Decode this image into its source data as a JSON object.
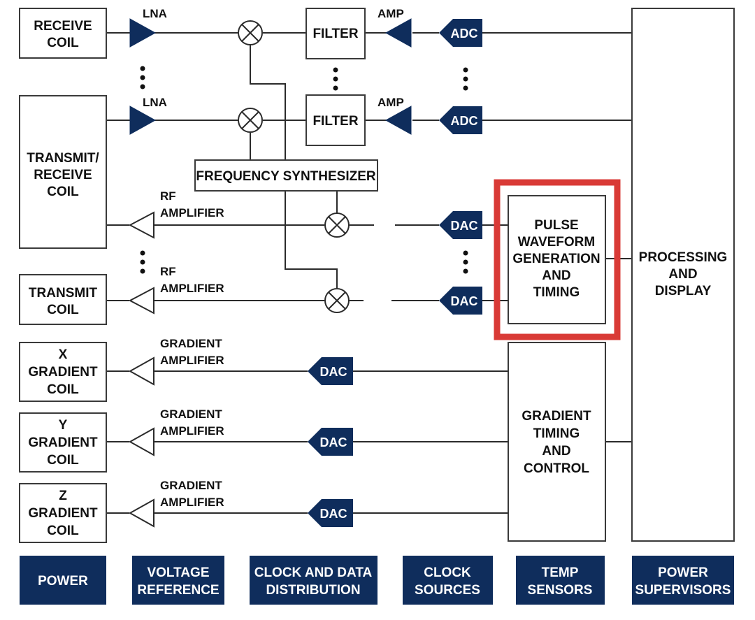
{
  "colors": {
    "navy": "#0f2d5c",
    "highlight": "#d93a36",
    "line": "#2b2b2b"
  },
  "coils": {
    "receive": [
      "RECEIVE",
      "COIL"
    ],
    "transmit_receive": [
      "TRANSMIT/",
      "RECEIVE",
      "COIL"
    ],
    "transmit": [
      "TRANSMIT",
      "COIL"
    ],
    "x_gradient": [
      "X",
      "GRADIENT",
      "COIL"
    ],
    "y_gradient": [
      "Y",
      "GRADIENT",
      "COIL"
    ],
    "z_gradient": [
      "Z",
      "GRADIENT",
      "COIL"
    ]
  },
  "labels": {
    "lna": "LNA",
    "amp": "AMP",
    "filter": "FILTER",
    "adc": "ADC",
    "dac": "DAC",
    "frequency_synthesizer": "FREQUENCY SYNTHESIZER",
    "rf_amplifier": [
      "RF",
      "AMPLIFIER"
    ],
    "gradient_amplifier": [
      "GRADIENT",
      "AMPLIFIER"
    ]
  },
  "blocks": {
    "pulse_waveform": [
      "PULSE",
      "WAVEFORM",
      "GENERATION",
      "AND",
      "TIMING"
    ],
    "gradient_timing": [
      "GRADIENT",
      "TIMING",
      "AND",
      "CONTROL"
    ],
    "processing": [
      "PROCESSING",
      "AND",
      "DISPLAY"
    ]
  },
  "footer": [
    [
      "POWER"
    ],
    [
      "VOLTAGE",
      "REFERENCE"
    ],
    [
      "CLOCK AND DATA",
      "DISTRIBUTION"
    ],
    [
      "CLOCK",
      "SOURCES"
    ],
    [
      "TEMP",
      "SENSORS"
    ],
    [
      "POWER",
      "SUPERVISORS"
    ]
  ],
  "highlighted_block": "pulse_waveform"
}
